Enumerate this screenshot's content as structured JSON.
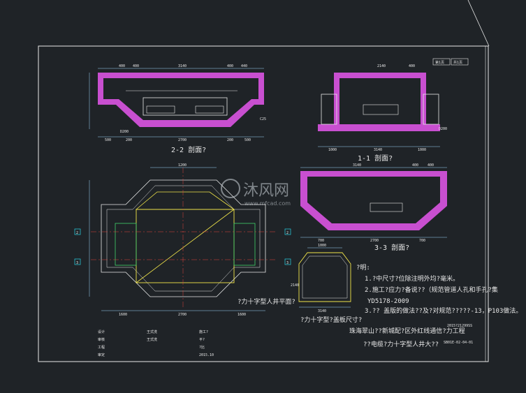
{
  "colors": {
    "background": "#1f2327",
    "frame": "#e8e8e8",
    "concrete": "#c84fd0",
    "dimension": "#9fd8ff",
    "cyan": "#27d4e8",
    "yellow": "#f2e64a",
    "green": "#3fd36a",
    "red": "#e4453c"
  },
  "views": {
    "section_22": {
      "title": "2-2 剖面?",
      "dims_top": [
        "400",
        "400",
        "3140",
        "400",
        "440"
      ],
      "dims_bottom": [
        "500",
        "200",
        "2700",
        "200",
        "500"
      ],
      "label_left": "D200",
      "label_right": "C25"
    },
    "section_11": {
      "title": "1-1 剖面?",
      "dims_top": [
        "2140",
        "400"
      ],
      "dims_bottom": [
        "1000",
        "3140",
        "1000"
      ],
      "label_right": "D200"
    },
    "section_33": {
      "title": "3-3 剖面?",
      "dims_top": [
        "3140",
        "400",
        "400"
      ],
      "dims_bottom": [
        "700",
        "2700",
        "700"
      ]
    },
    "plan": {
      "title": "?力十字型人井平面?",
      "dims_top": [
        "1200"
      ],
      "dims_bottom": [
        "1600",
        "2700",
        "1600"
      ],
      "axis_left": "2",
      "axis_right": "2",
      "axis_left2": "3",
      "axis_right2": "3"
    },
    "cover": {
      "title": "?力十字型?盖板尺寸?",
      "dim_top": "1000",
      "dim_bottom": "3140",
      "dim_left": "2140"
    }
  },
  "notes": {
    "heading": "?明:",
    "lines": [
      "1.?中尺寸?位除注明外均?毫米。",
      "2.施工?应力?备说??（规范管道人孔和手孔?集",
      "YD5178-2009",
      "3.?? 盖版的做法??及?对规范?????-13，P103做法。"
    ]
  },
  "title_block": {
    "project": "珠海翠山??新城配?区外红线通信?力工程",
    "drawing": "??电缆?力十字型人井大??",
    "date": "2015.10",
    "code": "2015?21299SS",
    "drawing_no": "SB01E-02-04-01",
    "rows": [
      {
        "role": "设计",
        "name": "王式洗",
        "extra": "施工?"
      },
      {
        "role": "审核",
        "name": "王式洗",
        "extra": "平?"
      },
      {
        "role": "工程",
        "name": "",
        "extra": "?比"
      },
      {
        "role": "审定",
        "name": "",
        "extra": "2015.10"
      }
    ]
  },
  "sheet_marks": [
    "第1页",
    "共1页"
  ],
  "watermark": {
    "text": "沐风网",
    "url": "www.mfcad.com"
  }
}
